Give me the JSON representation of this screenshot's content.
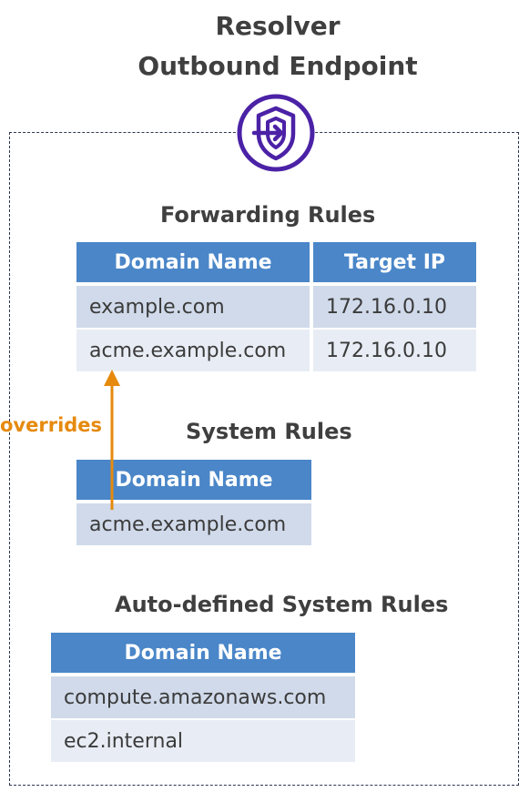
{
  "title": {
    "line1": "Resolver",
    "line2": "Outbound Endpoint"
  },
  "icon": "resolver-endpoint-shield-icon",
  "forwarding_rules": {
    "title": "Forwarding Rules",
    "headers": [
      "Domain Name",
      "Target IP"
    ],
    "rows": [
      [
        "example.com",
        "172.16.0.10"
      ],
      [
        "acme.example.com",
        "172.16.0.10"
      ]
    ]
  },
  "overrides_label": "overrides",
  "system_rules": {
    "title": "System Rules",
    "headers": [
      "Domain Name"
    ],
    "rows": [
      [
        "acme.example.com"
      ]
    ]
  },
  "auto_defined_rules": {
    "title": "Auto-defined System Rules",
    "headers": [
      "Domain Name"
    ],
    "rows": [
      [
        "compute.amazonaws.com"
      ],
      [
        "ec2.internal"
      ]
    ]
  },
  "colors": {
    "header_blue": "#4a86c8",
    "row_dark": "#d0daea",
    "row_light": "#e8edf5",
    "icon_purple": "#4b22a6",
    "arrow_orange": "#e68a0e"
  }
}
